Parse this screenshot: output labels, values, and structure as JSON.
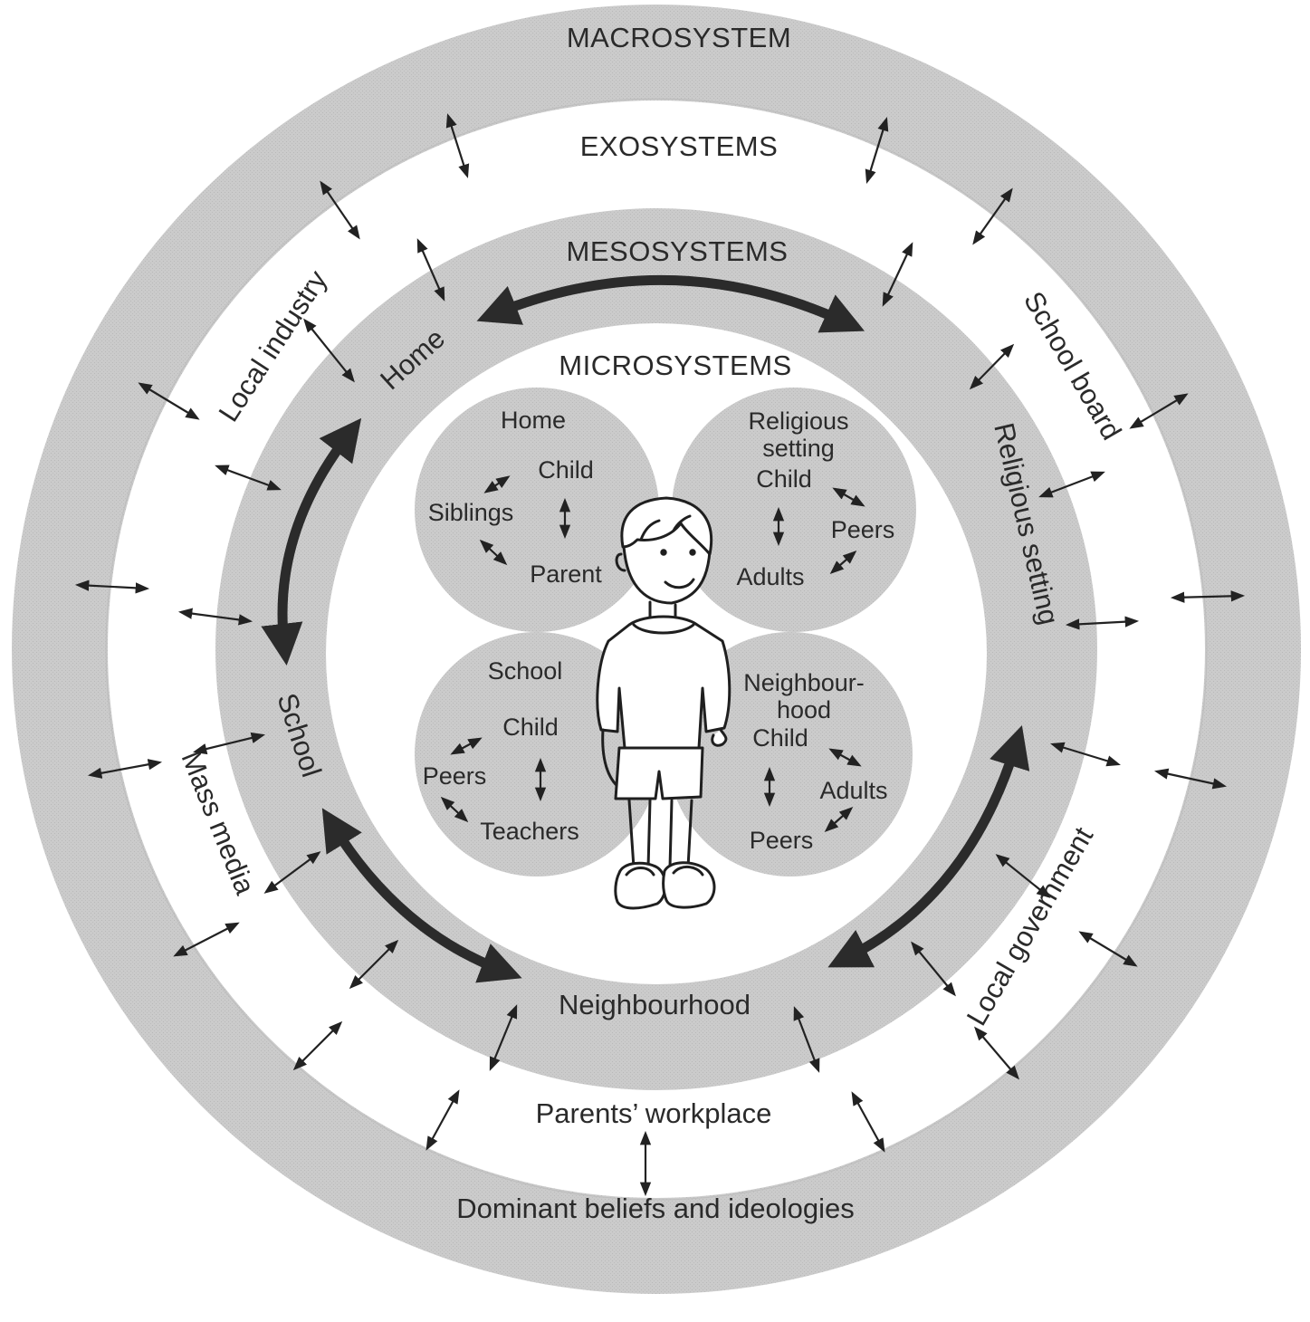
{
  "colors": {
    "band_gray": "#c9c9c9",
    "white": "#ffffff",
    "ink": "#2a2a2a"
  },
  "rings": {
    "macro": "MACROSYSTEM",
    "exo": "EXOSYSTEMS",
    "meso": "MESOSYSTEMS",
    "micro": "MICROSYSTEMS"
  },
  "macro_labels": {
    "bottom": "Dominant beliefs and ideologies"
  },
  "exo_labels": {
    "local_industry": "Local industry",
    "school_board": "School board",
    "mass_media": "Mass media",
    "local_government": "Local government",
    "parents_workplace": "Parents’ workplace"
  },
  "meso_labels": {
    "home": "Home",
    "religious_setting": "Religious setting",
    "school": "School",
    "neighbourhood": "Neighbourhood"
  },
  "micro_circles": {
    "home": {
      "title": "Home",
      "child": "Child",
      "a": "Siblings",
      "b": "Parent"
    },
    "religious": {
      "title1": "Religious",
      "title2": "setting",
      "child": "Child",
      "a": "Peers",
      "b": "Adults"
    },
    "school": {
      "title": "School",
      "child": "Child",
      "a": "Peers",
      "b": "Teachers"
    },
    "neighbourhood": {
      "title1": "Neighbour-",
      "title2": "hood",
      "child": "Child",
      "a": "Adults",
      "b": "Peers"
    }
  },
  "icons": {
    "center_figure": "child-figure-icon"
  }
}
